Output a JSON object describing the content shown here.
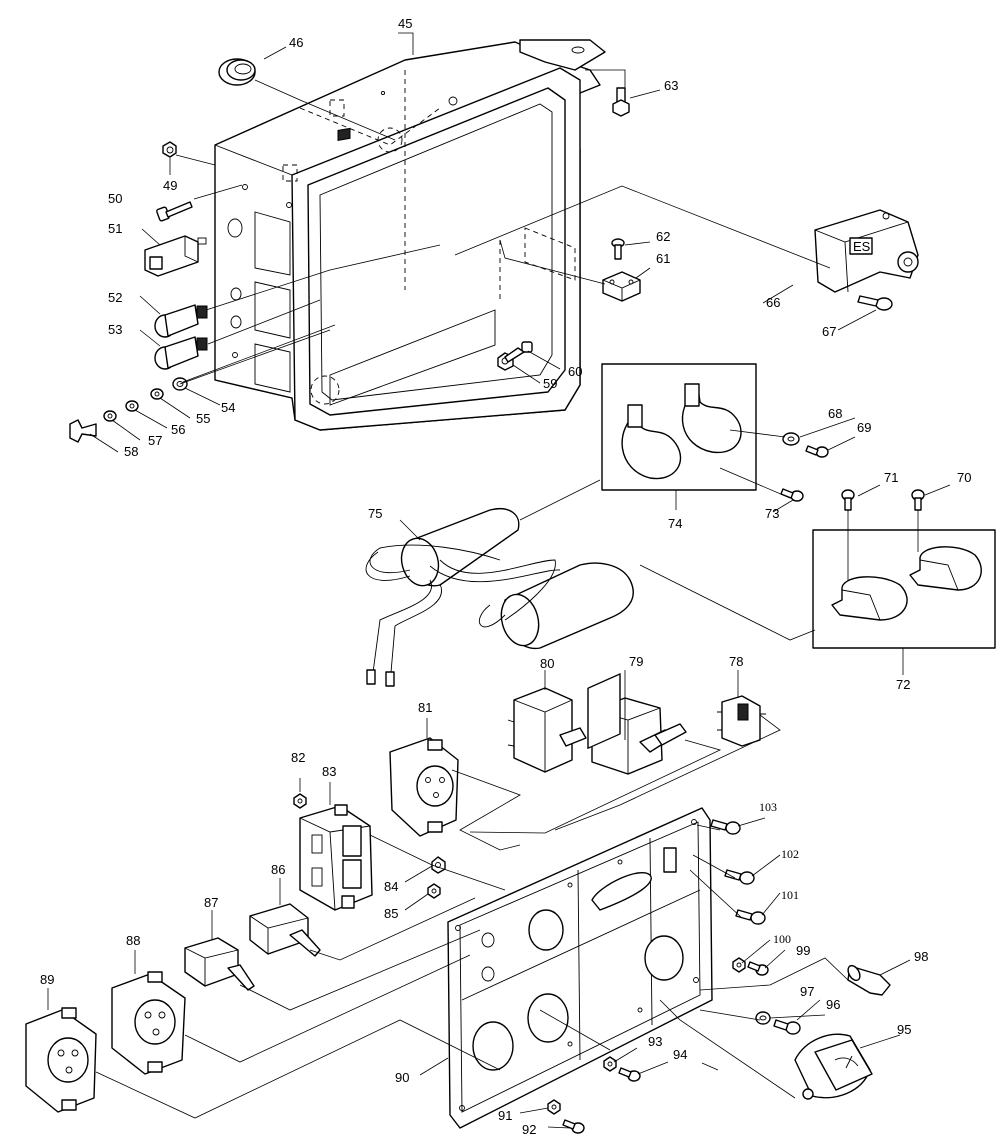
{
  "callouts": {
    "c45": "45",
    "c46": "46",
    "c49": "49",
    "c50": "50",
    "c51": "51",
    "c52": "52",
    "c53": "53",
    "c54": "54",
    "c55": "55",
    "c56": "56",
    "c57": "57",
    "c58": "58",
    "c59": "59",
    "c60": "60",
    "c61": "61",
    "c62": "62",
    "c63": "63",
    "c66": "66",
    "c67": "67",
    "c68": "68",
    "c69": "69",
    "c70": "70",
    "c71": "71",
    "c72": "72",
    "c73": "73",
    "c74": "74",
    "c75": "75",
    "c78": "78",
    "c79": "79",
    "c80": "80",
    "c81": "81",
    "c82": "82",
    "c83": "83",
    "c84": "84",
    "c85": "85",
    "c86": "86",
    "c87": "87",
    "c88": "88",
    "c89": "89",
    "c90": "90",
    "c91": "91",
    "c92": "92",
    "c93": "93",
    "c94": "94",
    "c95": "95",
    "c96": "96",
    "c97": "97",
    "c98": "98",
    "c99": "99",
    "c100": "100",
    "c101": "101",
    "c102": "102",
    "c103": "103"
  },
  "module_label": "ES"
}
